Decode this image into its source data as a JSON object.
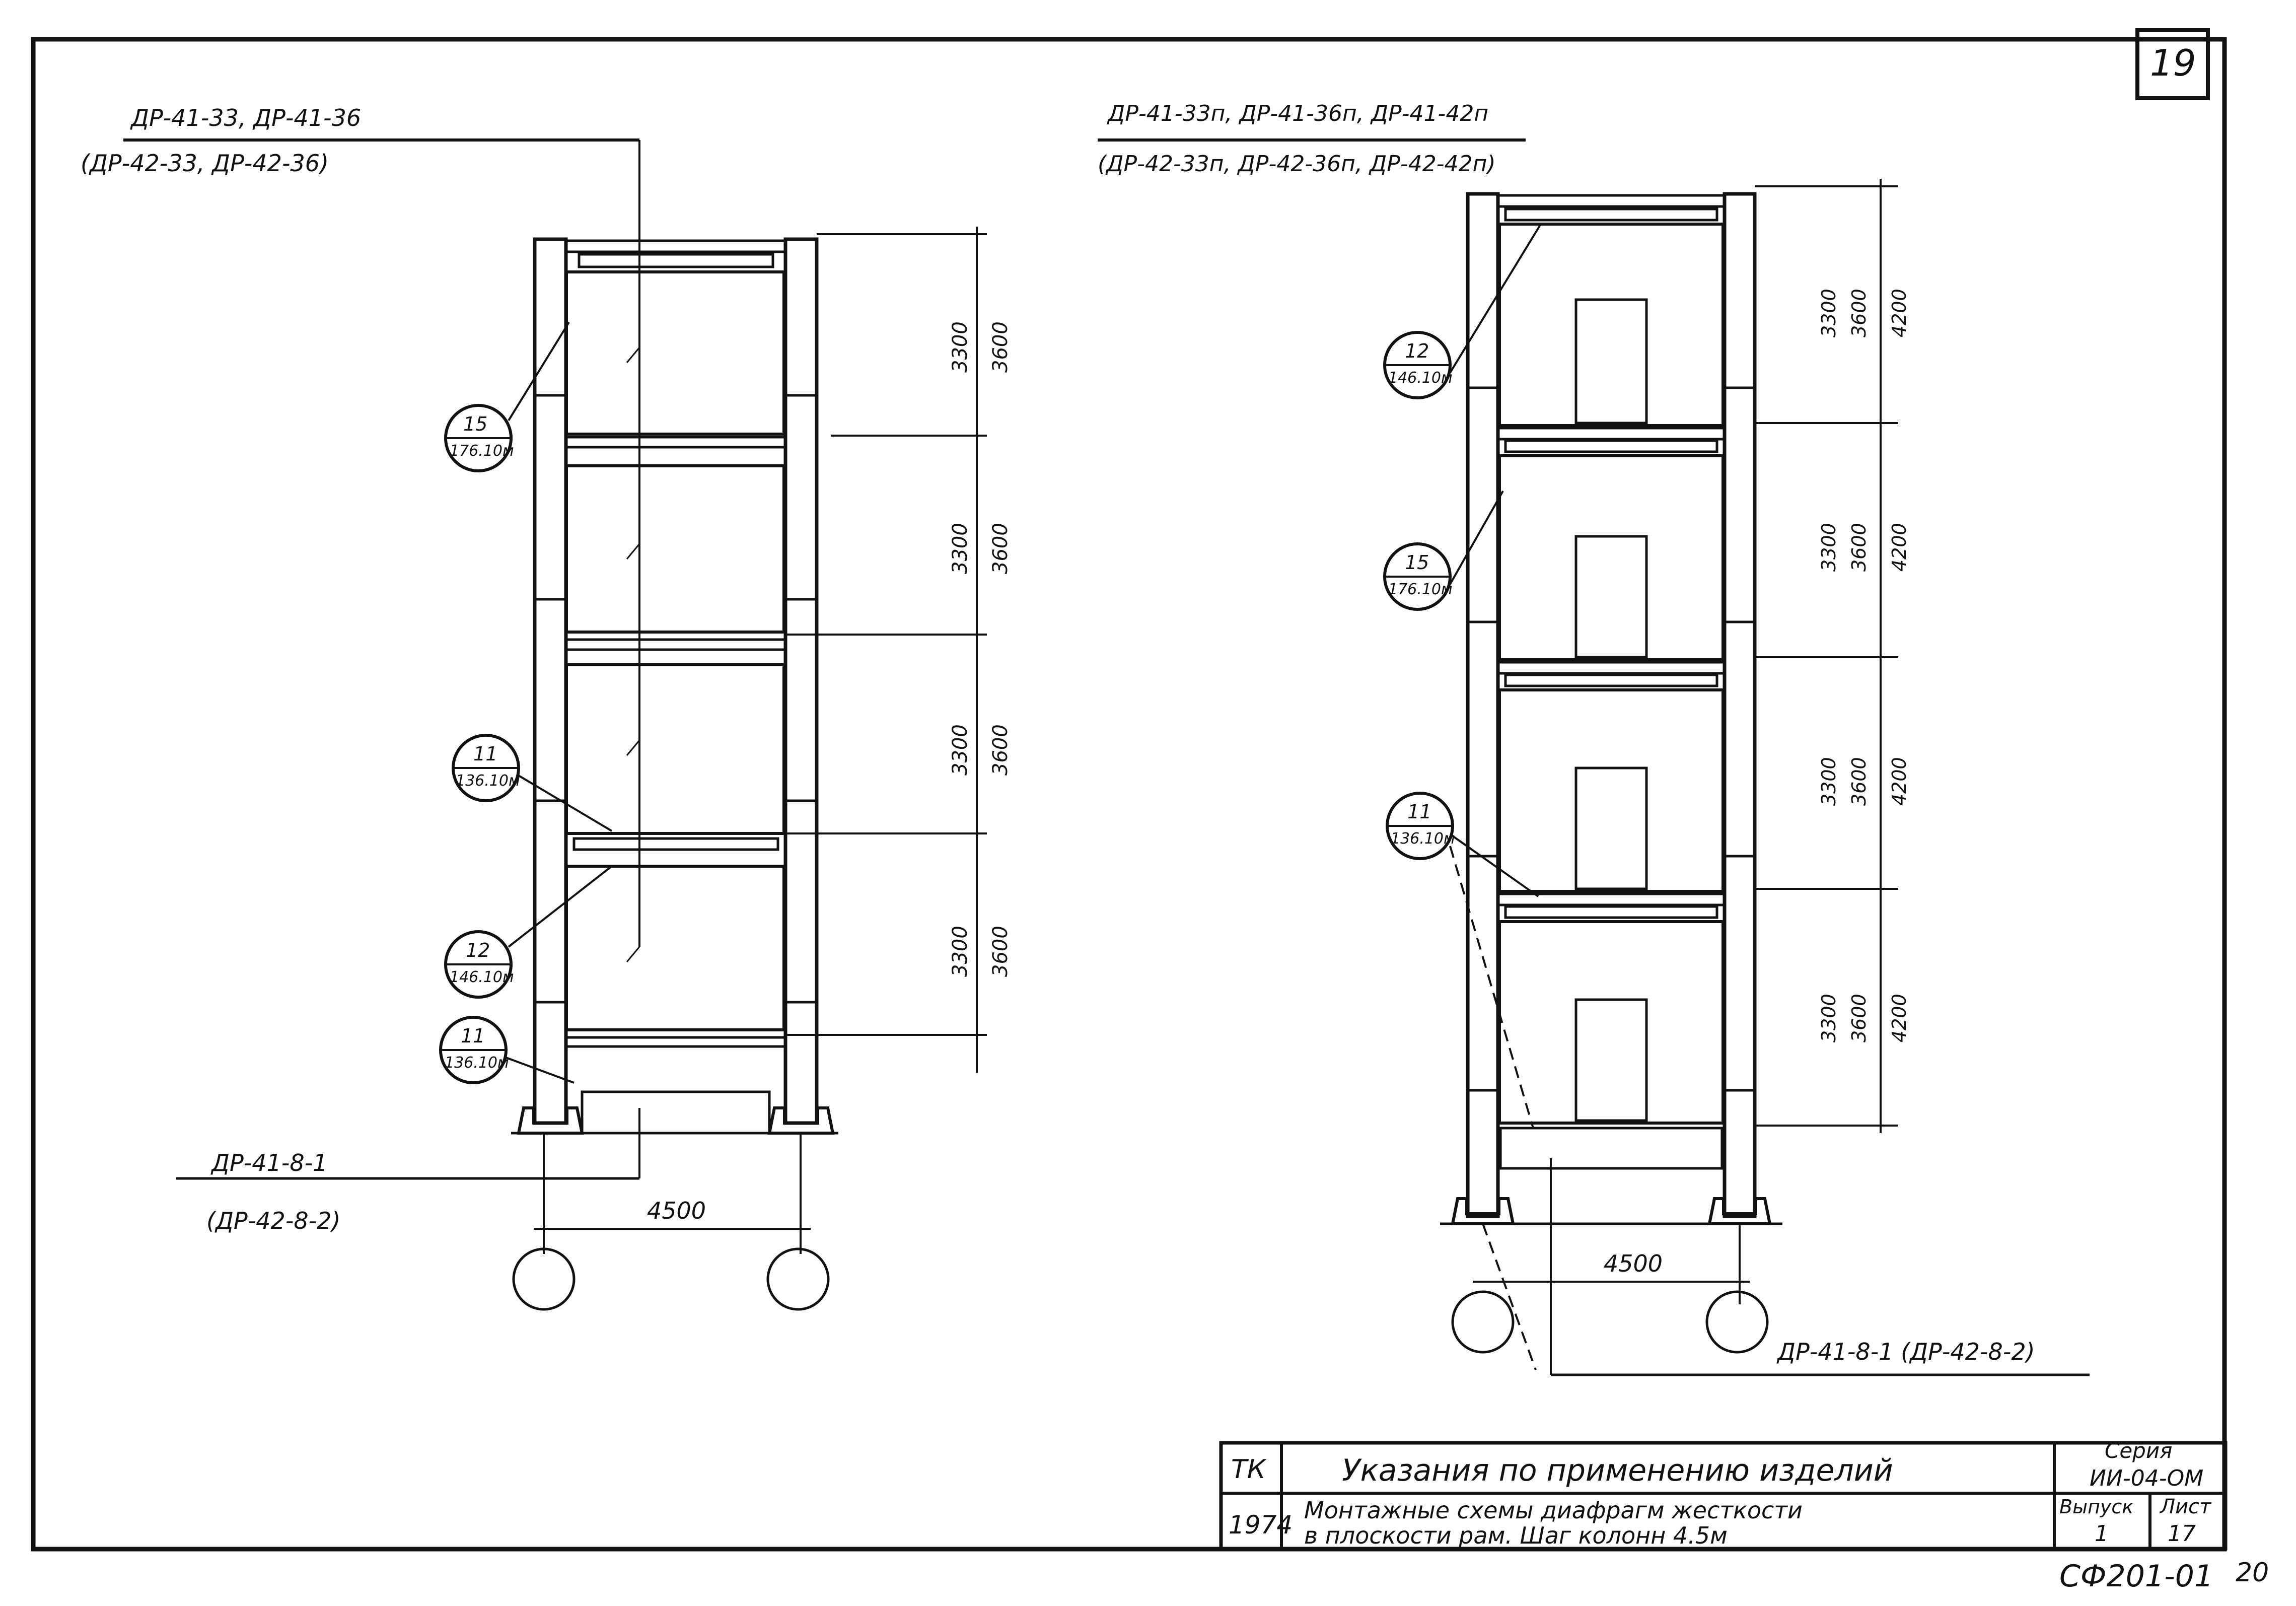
{
  "sheet": {
    "sheet_number": "19",
    "code": "СФ201-01",
    "extra_number": "20"
  },
  "left_frame": {
    "header_line1": "ДР-41-33, ДР-41-36",
    "header_line2": "(ДР-42-33, ДР-42-36)",
    "footer_line1": "ДР-41-8-1",
    "footer_line2": "(ДР-42-8-2)",
    "span": "4500",
    "dims_inner": [
      "3300",
      "3300",
      "3300",
      "3300"
    ],
    "dims_outer": [
      "3600",
      "3600",
      "3600",
      "3600"
    ],
    "callouts": [
      {
        "num": "15",
        "ref": "176.10м"
      },
      {
        "num": "11",
        "ref": "136.10м"
      },
      {
        "num": "12",
        "ref": "146.10м"
      },
      {
        "num": "11",
        "ref": "136.10м"
      }
    ]
  },
  "right_frame": {
    "header_line1": "ДР-41-33п, ДР-41-36п, ДР-41-42п",
    "header_line2": "(ДР-42-33п, ДР-42-36п, ДР-42-42п)",
    "footer": "ДР-41-8-1 (ДР-42-8-2)",
    "span": "4500",
    "dims_a": [
      "3300",
      "3300",
      "3300",
      "3300"
    ],
    "dims_b": [
      "3600",
      "3600",
      "3600",
      "3600"
    ],
    "dims_c": [
      "4200",
      "4200",
      "4200",
      "4200"
    ],
    "callouts": [
      {
        "num": "12",
        "ref": "146.10м"
      },
      {
        "num": "15",
        "ref": "176.10м"
      },
      {
        "num": "11",
        "ref": "136.10м"
      }
    ]
  },
  "title_block": {
    "org": "ТК",
    "year": "1974",
    "title": "Указания по применению изделий",
    "subtitle_line1": "Монтажные схемы диафрагм жесткости",
    "subtitle_line2": "в плоскости рам. Шаг колонн 4.5м",
    "series_label": "Серия",
    "series_value": "ИИ-04-ОМ",
    "issue_label": "Выпуск",
    "issue_value": "1",
    "sheet_label": "Лист",
    "sheet_value": "17"
  }
}
